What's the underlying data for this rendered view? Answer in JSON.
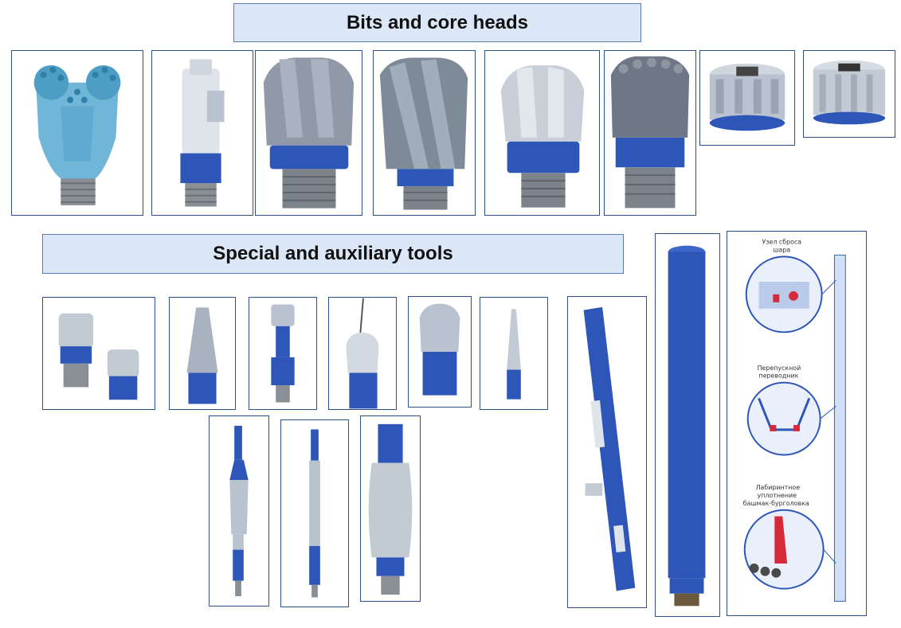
{
  "headings": {
    "bits": "Bits and core heads",
    "special": "Special and auxiliary tools"
  },
  "diagram_labels": {
    "ball_release_1": "Узел сброса",
    "ball_release_2": "шара",
    "bypass_1": "Перепускной",
    "bypass_2": "переводник",
    "labyrinth_1": "Лабиринтное",
    "labyrinth_2": "уплотнение",
    "labyrinth_3": "башмак-бурголовка"
  },
  "colors": {
    "banner_bg": "#dbe7f7",
    "border": "#2d4f86",
    "tool_blue": "#2d56b8",
    "steel": "#b9c3cf",
    "thread": "#8a8f96"
  },
  "icons": [
    "tricone-bit-icon",
    "pdc-core-bit-icon",
    "pdc-bit-icon",
    "steel-body-bit-icon",
    "reamer-icon",
    "stabilizer-icon",
    "downhole-tool-icon",
    "core-barrel-icon"
  ]
}
